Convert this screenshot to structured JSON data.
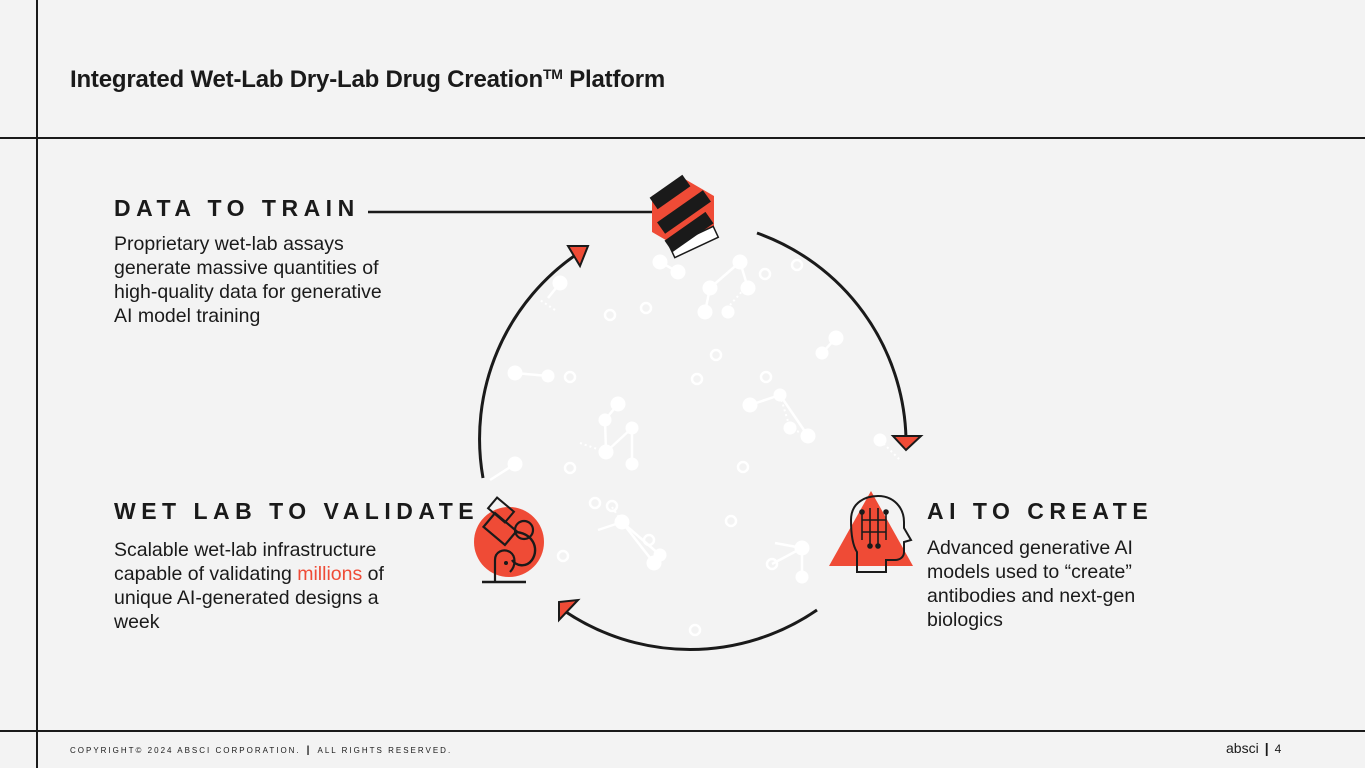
{
  "slide": {
    "title_main": "Integrated Wet-Lab Dry-Lab Drug Creation",
    "title_sup": "TM",
    "title_end": " Platform"
  },
  "sections": {
    "train": {
      "heading": "DATA TO TRAIN",
      "lines": [
        "Proprietary wet-lab assays",
        "generate massive quantities of",
        "high-quality data for generative",
        "AI model training"
      ]
    },
    "create": {
      "heading": "AI TO CREATE",
      "lines": [
        "Advanced generative AI",
        "models used to “create”",
        "antibodies and next-gen",
        "biologics"
      ]
    },
    "validate": {
      "heading": "WET LAB TO VALIDATE",
      "line1": "Scalable wet-lab infrastructure",
      "line2_pre": "capable of validating ",
      "line2_accent": "millions",
      "line2_post": " of",
      "line3": "unique AI-generated designs a",
      "line4": "week"
    }
  },
  "footer": {
    "copyright": "COPYRIGHT© 2024 ABSCI CORPORATION.",
    "separator": "|",
    "rights": "ALL RIGHTS RESERVED.",
    "brand": "absci",
    "brand_separator": "|",
    "page_number": "4"
  },
  "icons": {
    "train": "sequencing-hexagon-icon",
    "create": "ai-brain-head-icon",
    "validate": "microscope-icon"
  },
  "colors": {
    "accent": "#ef4b36",
    "ink": "#1a1a1a",
    "background": "#f3f3f3",
    "network": "#ffffff"
  }
}
